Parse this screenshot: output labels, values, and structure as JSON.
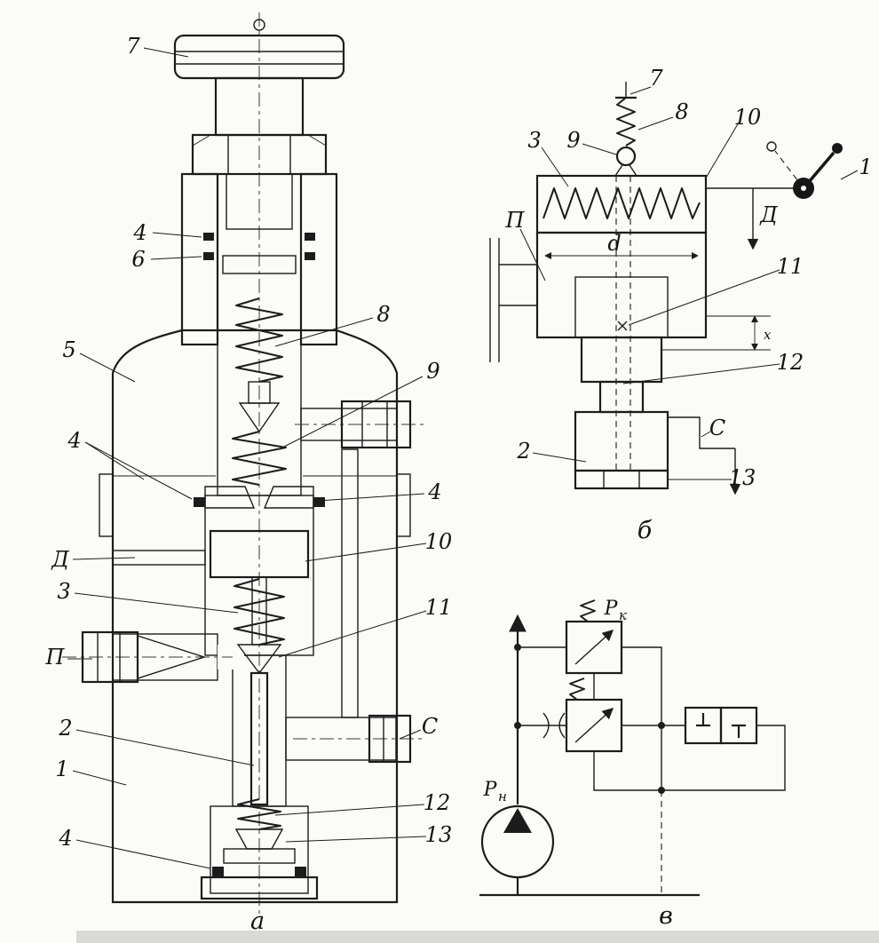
{
  "page": {
    "background": "#fbfbf8",
    "ink": "#1c1c1c",
    "footer_bar_color": "#d9d9d5"
  },
  "figure_a": {
    "caption": "а",
    "labels": {
      "handwheel": "7",
      "seal_top": "4",
      "backup_ring": "6",
      "spring_pilot": "8",
      "ball": "9",
      "body_upper": "5",
      "seal_flange_left": "4",
      "drain": "Д",
      "spring_main": "3",
      "port_p": "П",
      "stem": "2",
      "housing": "1",
      "seal_bottom": "4",
      "seal_flange_right": "4",
      "piston": "10",
      "poppet": "11",
      "port_c": "C",
      "spring_lower": "12",
      "poppet_lower": "13"
    }
  },
  "figure_b": {
    "caption": "б",
    "labels": {
      "adjuster": "7",
      "spring_pilot": "8",
      "ball": "9",
      "spring_main": "3",
      "chamber": "10",
      "piston": "П",
      "diameter": "d",
      "drain": "Д",
      "passage": "11",
      "stem": "12",
      "spool": "2",
      "port_c": "C",
      "seat": "13",
      "lever": "1",
      "gap": "x"
    }
  },
  "figure_v": {
    "caption": "в",
    "labels": {
      "relief_p": "Р",
      "relief_sub": "к",
      "pump_p": "Р",
      "pump_sub": "н"
    }
  }
}
